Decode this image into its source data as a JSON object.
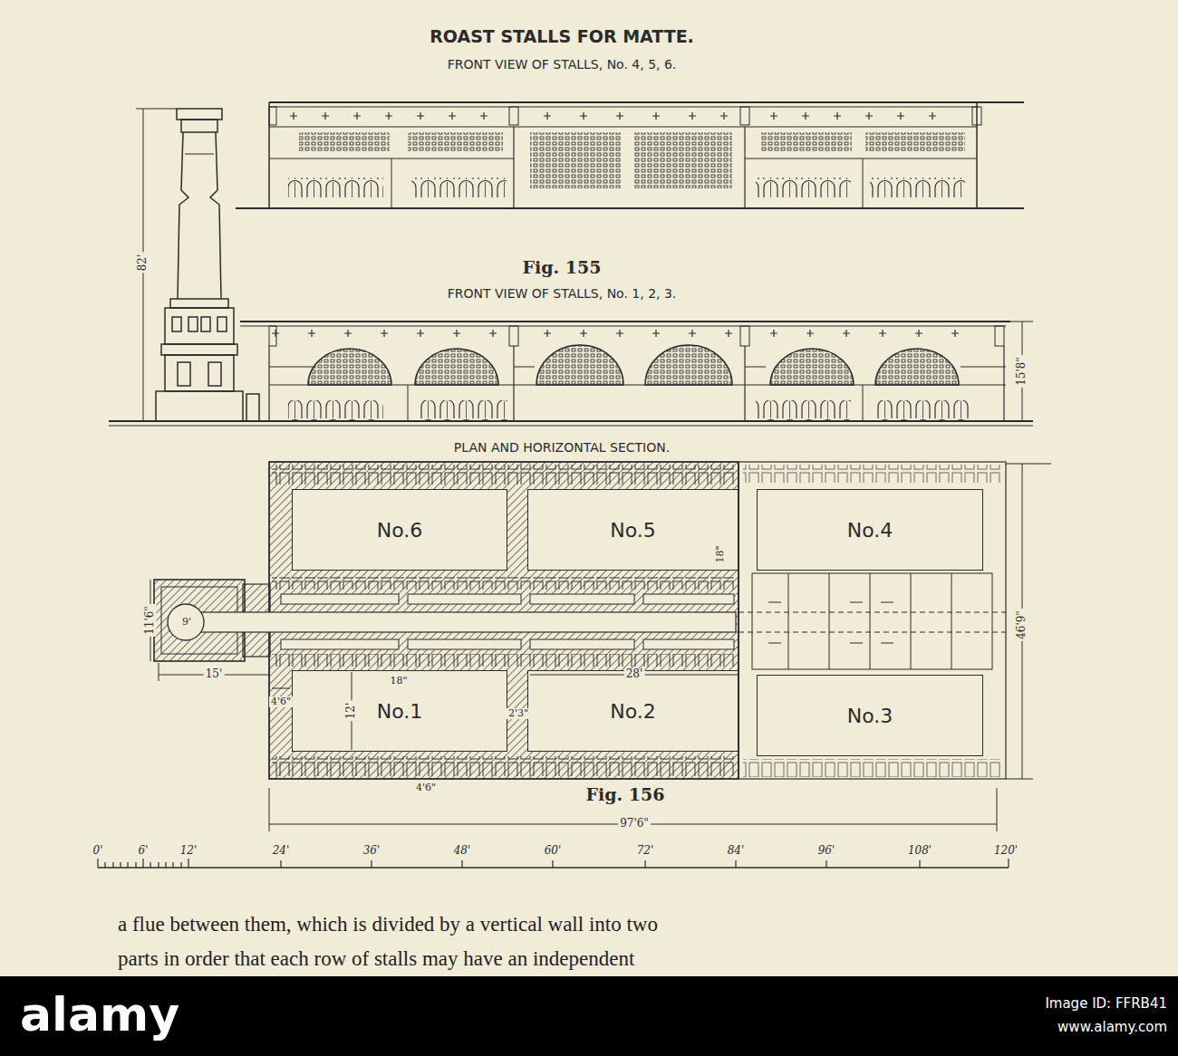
{
  "diagram": {
    "title": "ROAST STALLS FOR MATTE.",
    "nodes": [
      {
        "text": [
          "No.6"
        ]
      },
      {
        "text": [
          "No.5"
        ]
      },
      {
        "text": [
          "No.4"
        ]
      },
      {
        "text": [
          "No.1"
        ]
      },
      {
        "text": [
          "No.2"
        ]
      },
      {
        "text": [
          "No.3"
        ]
      }
    ],
    "labels": [
      "FRONT VIEW OF STALLS, No. 4, 5, 6.",
      "Fig. 155",
      "FRONT VIEW OF STALLS, No. 1, 2, 3.",
      "PLAN AND HORIZONTAL SECTION.",
      "Fig. 156",
      "82'",
      "15'8\"",
      "46'9\"",
      "11'6\"",
      "9'",
      "15'",
      "12'",
      "4'6\"",
      "18\"",
      "28'",
      "2'3\"",
      "4'6\"",
      "18\"",
      "97'6\"",
      "0'",
      "6'",
      "12'",
      "24'",
      "36'",
      "48'",
      "60'",
      "72'",
      "84'",
      "96'",
      "108'",
      "120'",
      "a flue between them, which is divided by a vertical wall into two",
      "parts in order that each row of stalls may have an independent",
      "alamy",
      "Image ID: FFRB41",
      "www.alamy.com"
    ]
  }
}
